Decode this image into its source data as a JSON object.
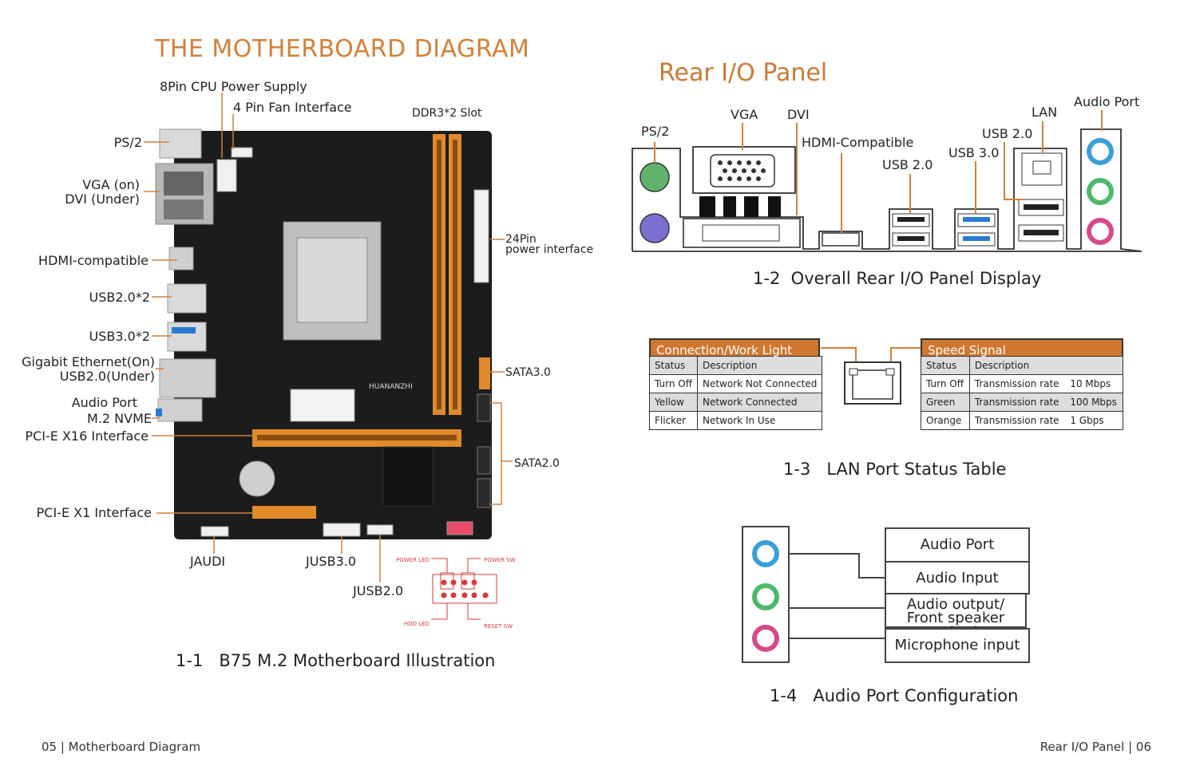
{
  "left": {
    "title": "THE MOTHERBOARD DIAGRAM",
    "labels": {
      "cpu_power": "8Pin CPU Power Supply",
      "fan": "4 Pin Fan Interface",
      "ddr3": "DDR3*2 Slot",
      "ps2": "PS/2",
      "vga": "VGA (on)",
      "dvi": "DVI (Under)",
      "hdmi": "HDMI-compatible",
      "usb20": "USB2.0*2",
      "usb30": "USB3.0*2",
      "gbe": "Gigabit Ethernet(On)",
      "usb20_under": "USB2.0(Under)",
      "audio": "Audio Port",
      "m2": "M.2 NVME",
      "pcie16": "PCI-E X16 Interface",
      "pcie1": "PCI-E X1 Interface",
      "pin24_a": "24Pin",
      "pin24_b": "power interface",
      "sata3": "SATA3.0",
      "sata2": "SATA2.0",
      "jaudi": "JAUDI",
      "jusb3": "JUSB3.0",
      "jusb2": "JUSB2.0",
      "power_led": "POWER LED",
      "power_sw": "POWER SW",
      "hdd_led": "HDD LED",
      "reset_sw": "RESET SW",
      "board_brand": "HUANANZHI"
    },
    "caption_num": "1-1",
    "caption_text": "B75 M.2 Motherboard Illustration"
  },
  "right": {
    "title": "Rear I/O Panel",
    "io_labels": {
      "ps2": "PS/2",
      "vga": "VGA",
      "dvi": "DVI",
      "hdmi": "HDMI-Compatible",
      "usb20a": "USB 2.0",
      "usb30": "USB 3.0",
      "usb20b": "USB 2.0",
      "lan": "LAN",
      "audio": "Audio Port"
    },
    "caption2_num": "1-2",
    "caption2_text": "Overall Rear I/O Panel Display",
    "conn_table": {
      "title": "Connection/Work Light",
      "headers": [
        "Status",
        "Description"
      ],
      "rows": [
        [
          "Turn Off",
          "Network Not Connected"
        ],
        [
          "Yellow",
          "Network Connected"
        ],
        [
          "Flicker",
          "Network In Use"
        ]
      ]
    },
    "speed_table": {
      "title": "Speed Signal",
      "headers": [
        "Status",
        "Description"
      ],
      "rows": [
        [
          "Turn Off",
          "Transmission rate",
          "10 Mbps"
        ],
        [
          "Green",
          "Transmission rate",
          "100 Mbps"
        ],
        [
          "Orange",
          "Transmission rate",
          "1 Gbps"
        ]
      ]
    },
    "caption3_num": "1-3",
    "caption3_text": "LAN Port Status Table",
    "audio_boxes": [
      "Audio Port",
      "Audio Input",
      "Audio output/",
      "Front speaker output",
      "Microphone input"
    ],
    "caption4_num": "1-4",
    "caption4_text": "Audio Port Configuration"
  },
  "footer": {
    "left": "05 | Motherboard Diagram",
    "right": "Rear I/O Panel  |  06"
  },
  "colors": {
    "accent": "#d2803a",
    "board": "#1c1c1c",
    "slot": "#e08a2c",
    "blue_jack": "#3aa0d6",
    "green_jack": "#4db86a",
    "pink_jack": "#d64a8a",
    "ps2_green": "#5fb36d",
    "ps2_purple": "#7b6fd0"
  }
}
